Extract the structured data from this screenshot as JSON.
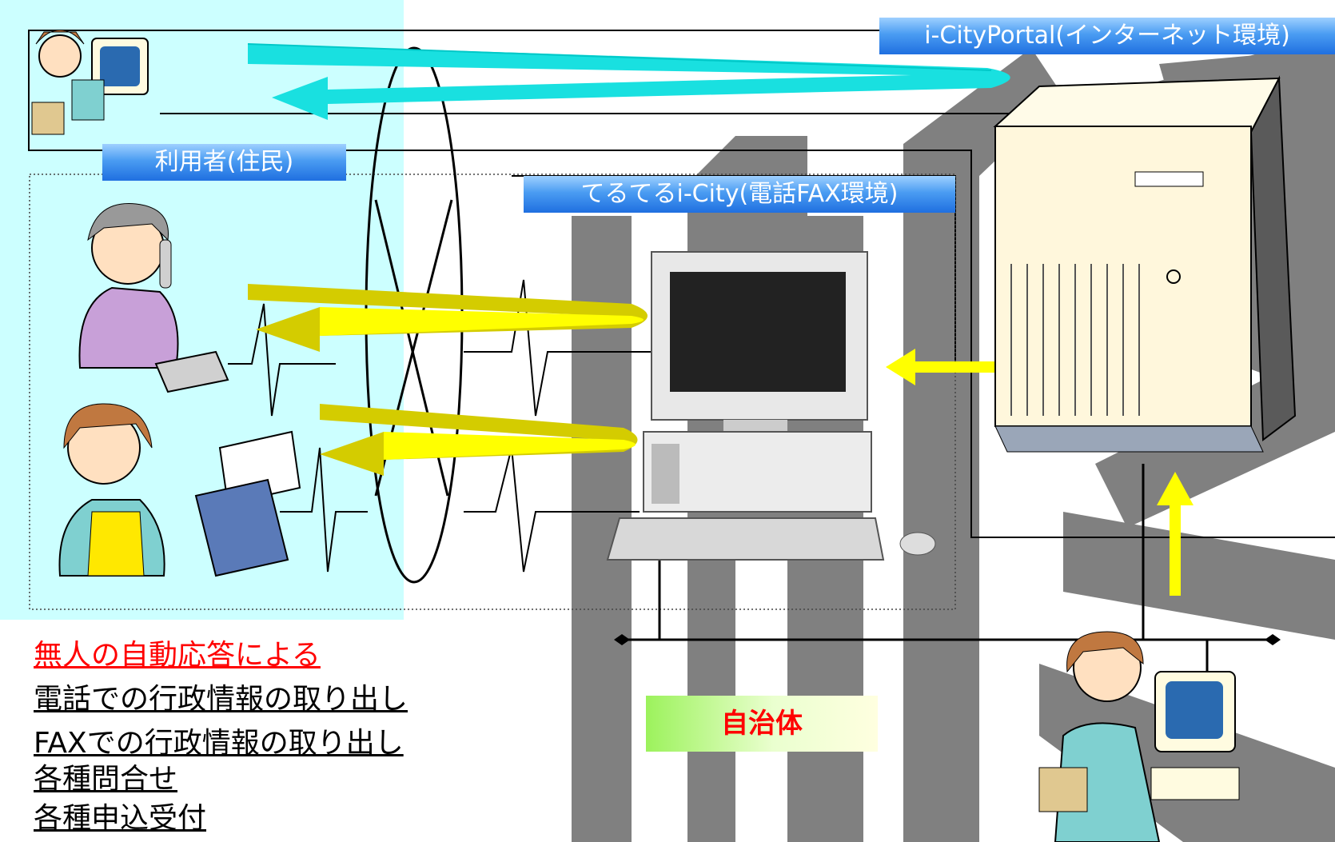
{
  "labels": {
    "internet": "i-CityPortal(インターネット環境)",
    "users": "利用者(住民)",
    "phone_fax": "てるてるi-City(電話FAX環境)",
    "municipality": "自治体"
  },
  "services": [
    "無人の自動応答による",
    "電話での行政情報の取り出し",
    "FAXでの行政情報の取り出し",
    "各種問合せ",
    "各種申込受付"
  ],
  "colors": {
    "user_area": "#ccffff",
    "road": "#808080",
    "internet_flow": "#00e5e5",
    "phone_flow": "#d4cc00",
    "arrow": "#ffff00",
    "highlight": "#ff0000"
  },
  "icons": [
    "user-at-computer",
    "woman-on-telephone",
    "woman-with-fax",
    "server-icon",
    "ivr-computer-icon",
    "staff-at-computer"
  ]
}
